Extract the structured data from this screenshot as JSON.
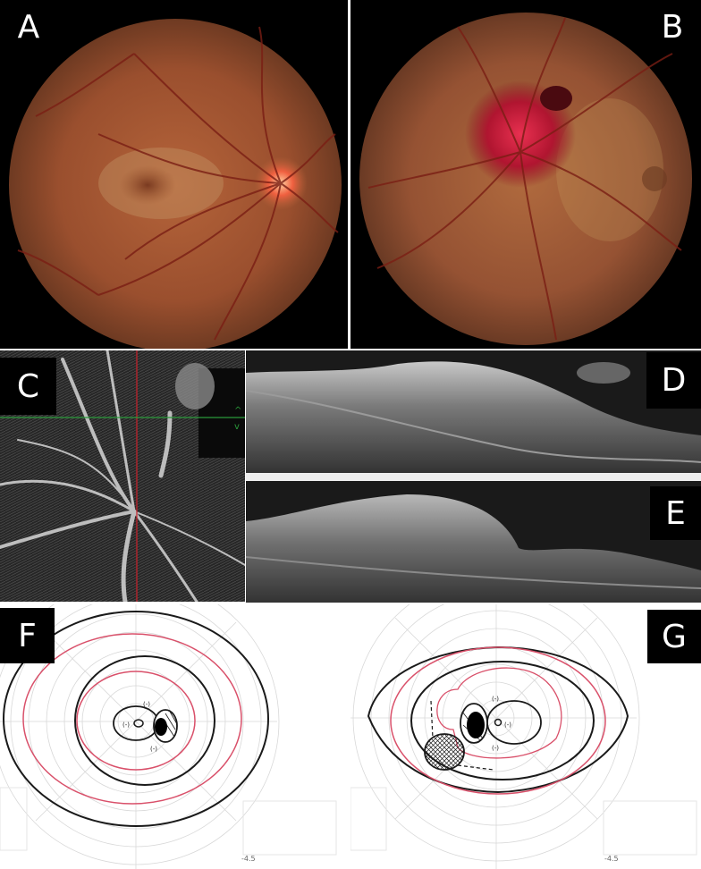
{
  "figure": {
    "panels": [
      {
        "id": "A",
        "label": "A",
        "type": "fundus-photograph",
        "description": "Right eye fundus with optic disc edema and macular star/exudate"
      },
      {
        "id": "B",
        "label": "B",
        "type": "fundus-photograph",
        "description": "Fundus with swollen optic disc and extensive flame-shaped peripapillary hemorrhage"
      },
      {
        "id": "C",
        "label": "C",
        "type": "oct-en-face",
        "description": "OCT en-face infrared image with red vertical and green horizontal scan lines"
      },
      {
        "id": "D",
        "label": "D",
        "type": "oct-b-scan",
        "description": "OCT B-scan horizontal section through swollen optic disc"
      },
      {
        "id": "E",
        "label": "E",
        "type": "oct-b-scan",
        "description": "OCT B-scan vertical section through swollen optic disc"
      },
      {
        "id": "F",
        "label": "F",
        "type": "goldmann-perimetry",
        "description": "Goldmann visual field with black and red isopters, enlarged blind spot"
      },
      {
        "id": "G",
        "label": "G",
        "type": "goldmann-perimetry",
        "description": "Goldmann visual field with black and red isopters, enlarged blind spot and cross-hatched scotoma"
      }
    ],
    "perimetry": {
      "isopter_colors": {
        "outer": "#1a1a1a",
        "red": "#d9506a",
        "blue": "#3a4f9a"
      },
      "f_annotations": [
        "(-)",
        "(-)",
        "(-)"
      ],
      "g_annotations": [
        "(-)",
        "(-)",
        "(-)"
      ],
      "f_refraction": "-4.5",
      "g_refraction": "-4.5"
    },
    "c_scan_marks": {
      "up": "^",
      "down": "v"
    }
  }
}
